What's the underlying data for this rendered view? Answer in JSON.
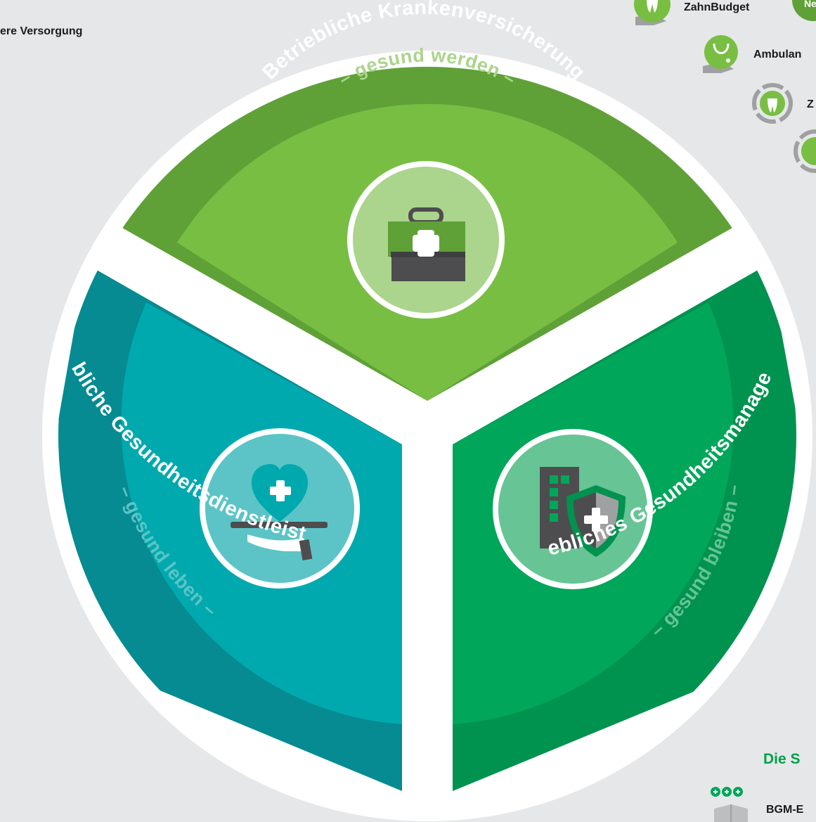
{
  "top_left_label": "ere Versorgung",
  "right_items": {
    "zahnbudget": "ZahnBudget",
    "badge": "Ne",
    "ambulant": "Ambulan",
    "z_item": "Z"
  },
  "segments": {
    "bkv": {
      "title": "Betriebliche Krankenversicherung",
      "subtitle": "– gesund werden –",
      "icon": "medical-case-icon"
    },
    "bgd": {
      "title": "Betriebliche Gesundheitsdienstleistungen",
      "subtitle": "– gesund leben –",
      "icon": "heart-tray-hand-icon"
    },
    "bgm": {
      "title": "Betriebliches Gesundheitsmanagement",
      "subtitle": "– gesund bleiben –",
      "icon": "building-shield-icon"
    }
  },
  "bottom_right": {
    "heading": "Die S",
    "bgm_label": "BGM-E"
  },
  "colors": {
    "green_outer": "#5fa137",
    "green_inner": "#78be43",
    "teal_outer": "#058b91",
    "teal_inner": "#00a9ae",
    "emerald_outer": "#00924f",
    "emerald_inner": "#00a65a",
    "heading_green": "#00a14b"
  }
}
